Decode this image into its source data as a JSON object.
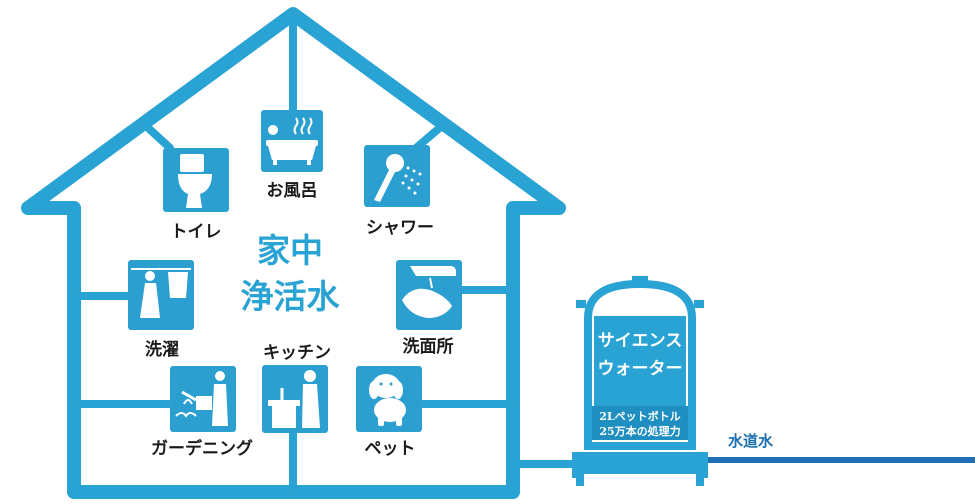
{
  "colors": {
    "house": "#29a3d3",
    "icon_bg": "#2b9fd0",
    "pipe": "#1e6fb6",
    "text": "#1a1a1a",
    "white": "#ffffff"
  },
  "house": {
    "title_line1": "家中",
    "title_line2": "浄活水",
    "rooms": [
      {
        "id": "bath",
        "label": "お風呂",
        "icon": "bathtub-icon"
      },
      {
        "id": "toilet",
        "label": "トイレ",
        "icon": "toilet-icon"
      },
      {
        "id": "shower",
        "label": "シャワー",
        "icon": "shower-icon"
      },
      {
        "id": "laundry",
        "label": "洗濯",
        "icon": "laundry-icon"
      },
      {
        "id": "washroom",
        "label": "洗面所",
        "icon": "handwash-icon"
      },
      {
        "id": "kitchen",
        "label": "キッチン",
        "icon": "kitchen-icon"
      },
      {
        "id": "gardening",
        "label": "ガーデニング",
        "icon": "watering-can-icon"
      },
      {
        "id": "pet",
        "label": "ペット",
        "icon": "dog-icon"
      }
    ]
  },
  "tank": {
    "name_line1": "サイエンス",
    "name_line2": "ウォーター",
    "capacity_line1": "2Lペットボトル",
    "capacity_line2": "25万本の処理力"
  },
  "inlet": {
    "label": "水道水"
  }
}
